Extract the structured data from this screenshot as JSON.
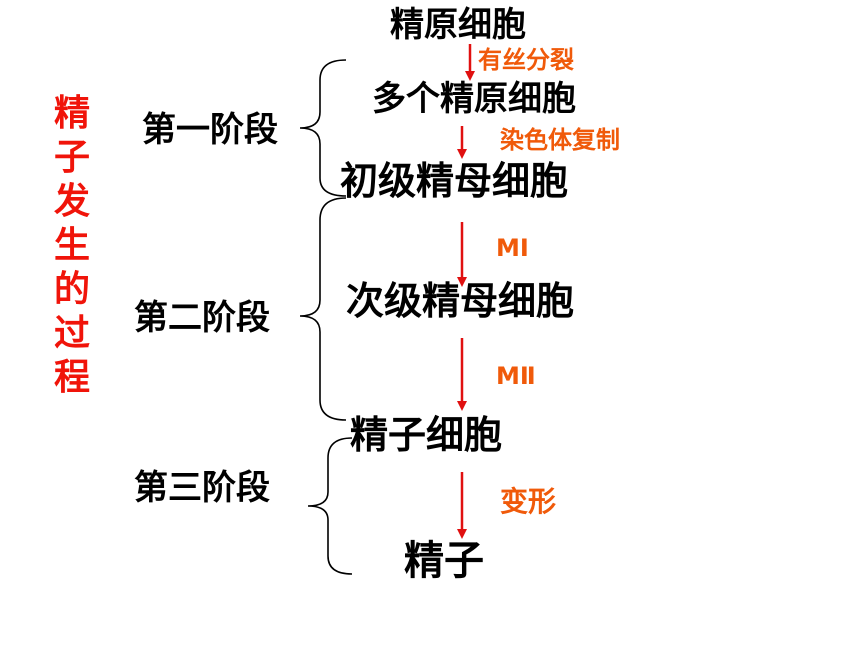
{
  "title_chars": [
    "精",
    "子",
    "发",
    "生",
    "的",
    "过",
    "程"
  ],
  "stages": [
    "第一阶段",
    "第二阶段",
    "第三阶段"
  ],
  "cells": [
    "精原细胞",
    "多个精原细胞",
    "初级精母细胞",
    "次级精母细胞",
    "精子细胞",
    "精子"
  ],
  "steps": [
    "有丝分裂",
    "染色体复制",
    "MⅠ",
    "MⅡ",
    "变形"
  ],
  "colors": {
    "title": "#f0140a",
    "arrow": "#e01010",
    "step_label": "#f05a0a",
    "text": "#000000",
    "brace": "#000000"
  }
}
